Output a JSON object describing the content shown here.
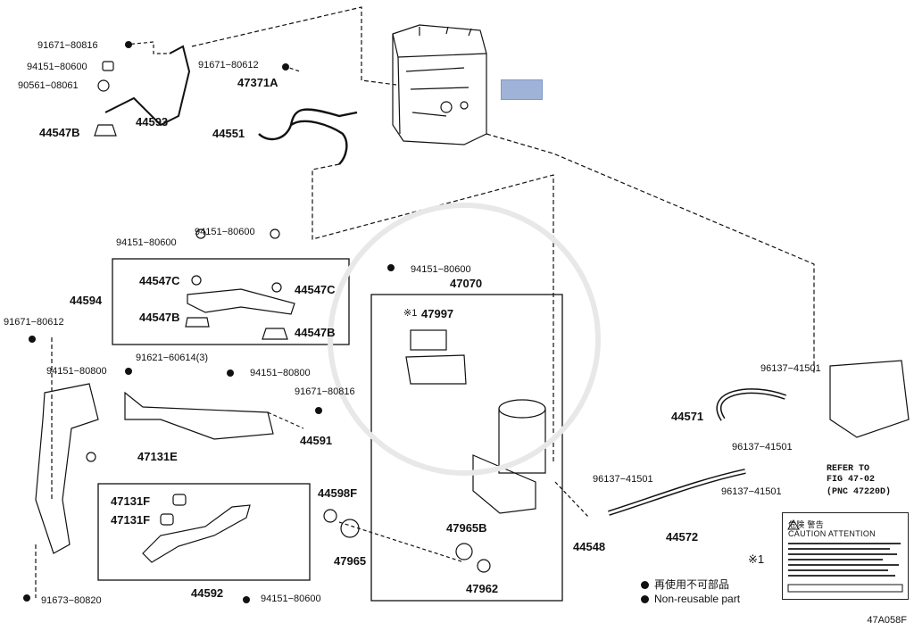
{
  "figure_code": "47A058F",
  "legend": {
    "jp": "再使用不可部品",
    "en": "Non-reusable part"
  },
  "refer_note": {
    "line1": "REFER TO",
    "line2": "FIG 47-02",
    "line3": "(PNC 47220D)"
  },
  "sticker": {
    "mark": "※1",
    "caution_jp": "危険   警告",
    "caution_en": "CAUTION  ATTENTION"
  },
  "parts": {
    "p91671_80816_a": "91671−80816",
    "p94151_80600_a": "94151−80600",
    "p90561_08061": "90561−08061",
    "p44547B_a": "44547B",
    "p44593": "44593",
    "p91671_80612_a": "91671−80612",
    "p47371A": "47371A",
    "p44551": "44551",
    "p94151_80600_b": "94151−80600",
    "p94151_80600_c": "94151−80600",
    "p44547C_a": "44547C",
    "p44547C_b": "44547C",
    "p44594": "44594",
    "p44547B_b": "44547B",
    "p44547B_c": "44547B",
    "p91671_80612_b": "91671−80612",
    "p91621_60614": "91621−60614(3)",
    "p94151_80800_a": "94151−80800",
    "p94151_80800_b": "94151−80800",
    "p91671_80816_b": "91671−80816",
    "p44591": "44591",
    "p47131E": "47131E",
    "p44598F": "44598F",
    "p47131F_a": "47131F",
    "p47131F_b": "47131F",
    "p44592": "44592",
    "p91673_80820": "91673−80820",
    "p94151_80600_d": "94151−80600",
    "p94151_80600_e": "94151−80600",
    "p47070": "47070",
    "p47997": "47997",
    "p47997_mark": "※1",
    "p47965B": "47965B",
    "p47965": "47965",
    "p47962": "47962",
    "p96137_41501_a": "96137−41501",
    "p96137_41501_b": "96137−41501",
    "p96137_41501_c": "96137−41501",
    "p96137_41501_d": "96137−41501",
    "p44571": "44571",
    "p44572": "44572",
    "p44548": "44548"
  }
}
